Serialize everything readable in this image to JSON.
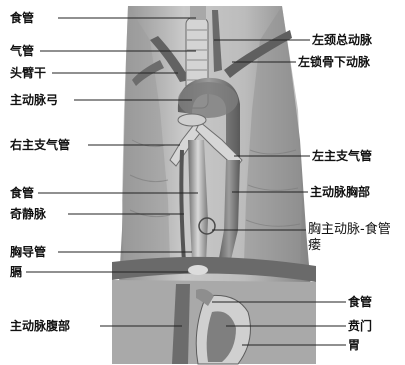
{
  "labels": {
    "esophagus_top": "食管",
    "trachea": "气管",
    "brachiocephalic": "头臂干",
    "aortic_arch": "主动脉弓",
    "right_bronchus": "右主支气管",
    "esophagus_mid": "食管",
    "azygos": "奇静脉",
    "thoracic_duct": "胸导管",
    "diaphragm": "膈",
    "abdominal_aorta": "主动脉腹部",
    "left_carotid": "左颈总动脉",
    "left_subclavian": "左锁骨下动脉",
    "left_bronchus": "左主支气管",
    "thoracic_aorta": "主动脉胸部",
    "fistula": "胸主动脉-食管瘘",
    "esophagus_low": "食管",
    "cardia": "贲门",
    "stomach": "胃"
  }
}
